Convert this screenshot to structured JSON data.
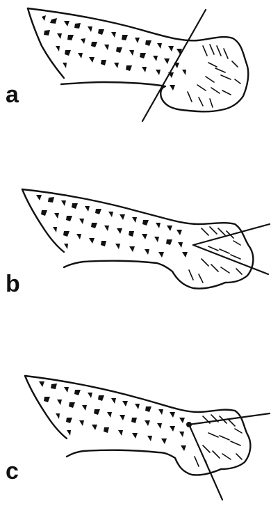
{
  "figure": {
    "panels": [
      {
        "id": "a",
        "label": "a"
      },
      {
        "id": "b",
        "label": "b"
      },
      {
        "id": "c",
        "label": "c"
      }
    ],
    "colors": {
      "ink": "#111111",
      "background": "#ffffff"
    }
  }
}
